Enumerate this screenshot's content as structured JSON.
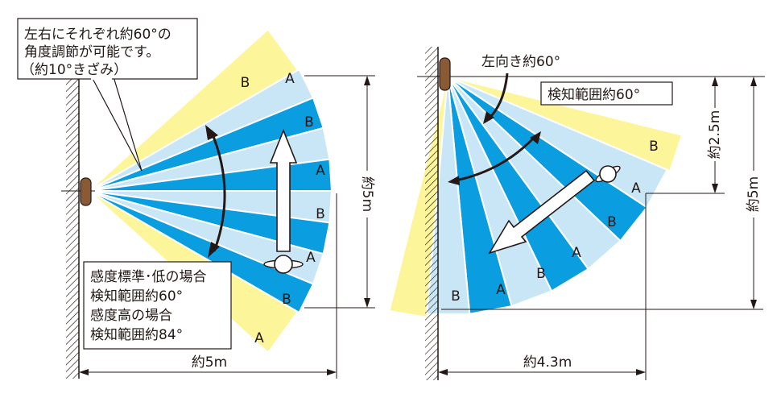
{
  "colors": {
    "band_a": "#0a9ee0",
    "band_b": "#c9e6f7",
    "band_yellow": "#fdf59a",
    "line": "#231815",
    "sensor": "#8a5a35",
    "arrow_fill": "#ffffff"
  },
  "left_panel": {
    "callout_lines": [
      "左右にそれぞれ約60°の",
      "角度調節が可能です。",
      "（約10°きざみ）"
    ],
    "info_lines": [
      "感度標準･低の場合",
      "検知範囲約60°",
      "感度高の場合",
      "検知範囲約84°"
    ],
    "band_labels": [
      "B",
      "A",
      "B",
      "A",
      "B",
      "A",
      "B",
      "A"
    ],
    "width_label": "約5m",
    "height_label": "約5m"
  },
  "right_panel": {
    "direction_label": "左向き約60°",
    "range_label": "検知範囲約60°",
    "band_labels": [
      "B",
      "A",
      "B",
      "A",
      "B",
      "A",
      "B"
    ],
    "height_label_inner": "約2.5m",
    "height_label_outer": "約5m",
    "width_label": "約4.3m"
  },
  "icons": [
    "wall-hatch",
    "sensor-icon",
    "person-icon",
    "walking-direction-arrow",
    "swing-arrow-icon"
  ]
}
